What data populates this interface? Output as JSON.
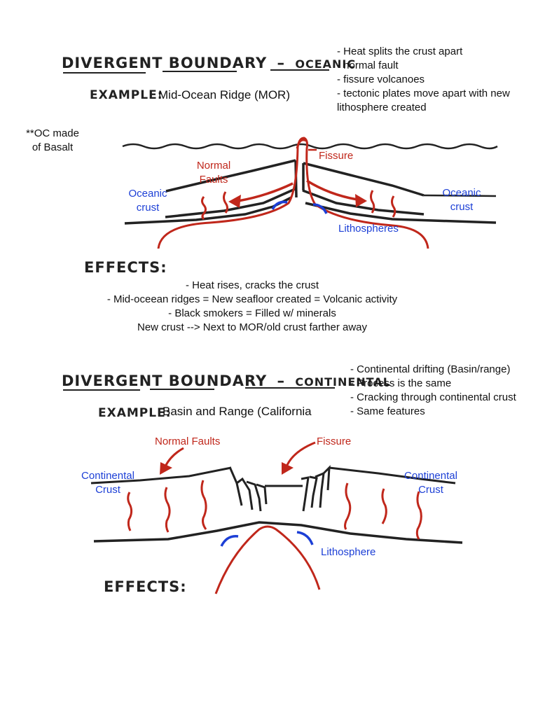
{
  "oceanic": {
    "title_main": "DIVERGENT BOUNDARY",
    "title_dash": "–",
    "title_type": "OCEANIC",
    "example_label": "EXAMPLE:",
    "example_text": "Mid-Ocean Ridge (MOR)",
    "notes": [
      "- Heat splits the crust apart",
      "- normal fault",
      "- fissure volcanoes",
      "- tectonic plates move apart with new",
      "lithosphere created"
    ],
    "side_note_1": "**OC made",
    "side_note_2": "of Basalt",
    "labels": {
      "fissure": "Fissure",
      "normal_faults_1": "Normal",
      "normal_faults_2": "Faults",
      "oceanic_crust_left_1": "Oceanic",
      "oceanic_crust_left_2": "crust",
      "oceanic_crust_right_1": "Oceanic",
      "oceanic_crust_right_2": "crust",
      "lithospheres": "Lithospheres"
    },
    "effects_label": "EFFECTS:",
    "effects": [
      "- Heat rises, cracks the crust",
      "- Mid-oceean ridges = New seafloor created = Volcanic activity",
      "- Black smokers = Filled w/ minerals",
      "New crust --> Next to MOR/old crust farther away"
    ]
  },
  "continental": {
    "title_main": "DIVERGENT BOUNDARY",
    "title_dash": "–",
    "title_type": "CONTINENTAL",
    "example_label": "EXAMPLE:",
    "example_text": "Basin and Range (California",
    "notes": [
      "- Continental drifting (Basin/range)",
      "- Process is the same",
      "- Cracking through continental crust",
      "- Same features"
    ],
    "labels": {
      "normal_faults": "Normal Faults",
      "fissure": "Fissure",
      "continental_crust_left_1": "Continental",
      "continental_crust_left_2": "Crust",
      "continental_crust_right_1": "Continental",
      "continental_crust_right_2": "Crust",
      "lithosphere": "Lithosphere"
    },
    "effects_label": "EFFECTS:"
  },
  "colors": {
    "ink": "#222222",
    "red": "#c0271b",
    "blue": "#1c3fd6"
  }
}
